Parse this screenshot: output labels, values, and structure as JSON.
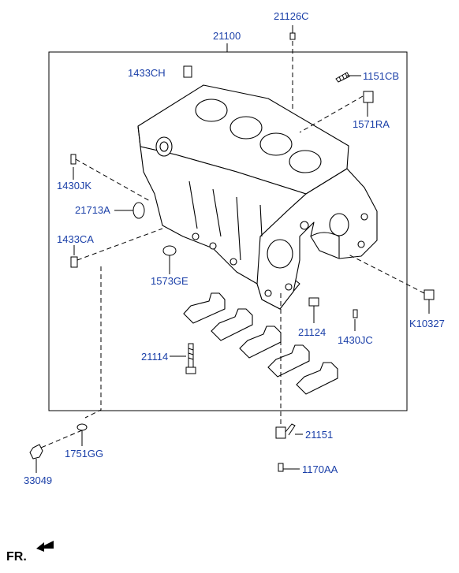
{
  "parts": [
    {
      "id": "p21126C",
      "label": "21126C"
    },
    {
      "id": "p21100",
      "label": "21100"
    },
    {
      "id": "p1433CH",
      "label": "1433CH"
    },
    {
      "id": "p1151CB",
      "label": "1151CB"
    },
    {
      "id": "p1571RA",
      "label": "1571RA"
    },
    {
      "id": "p1430JK",
      "label": "1430JK"
    },
    {
      "id": "p21713A",
      "label": "21713A"
    },
    {
      "id": "p1433CA",
      "label": "1433CA"
    },
    {
      "id": "p1573GE",
      "label": "1573GE"
    },
    {
      "id": "pK10327",
      "label": "K10327"
    },
    {
      "id": "p21124",
      "label": "21124"
    },
    {
      "id": "p1430JC",
      "label": "1430JC"
    },
    {
      "id": "p21114",
      "label": "21114"
    },
    {
      "id": "p21151",
      "label": "21151"
    },
    {
      "id": "p1751GG",
      "label": "1751GG"
    },
    {
      "id": "p33049",
      "label": "33049"
    },
    {
      "id": "p1170AA",
      "label": "1170AA"
    }
  ],
  "direction_label": "FR.",
  "colors": {
    "label": "#1a3fa8",
    "line": "#000000"
  },
  "icons": {
    "direction": "front-arrow-icon"
  }
}
